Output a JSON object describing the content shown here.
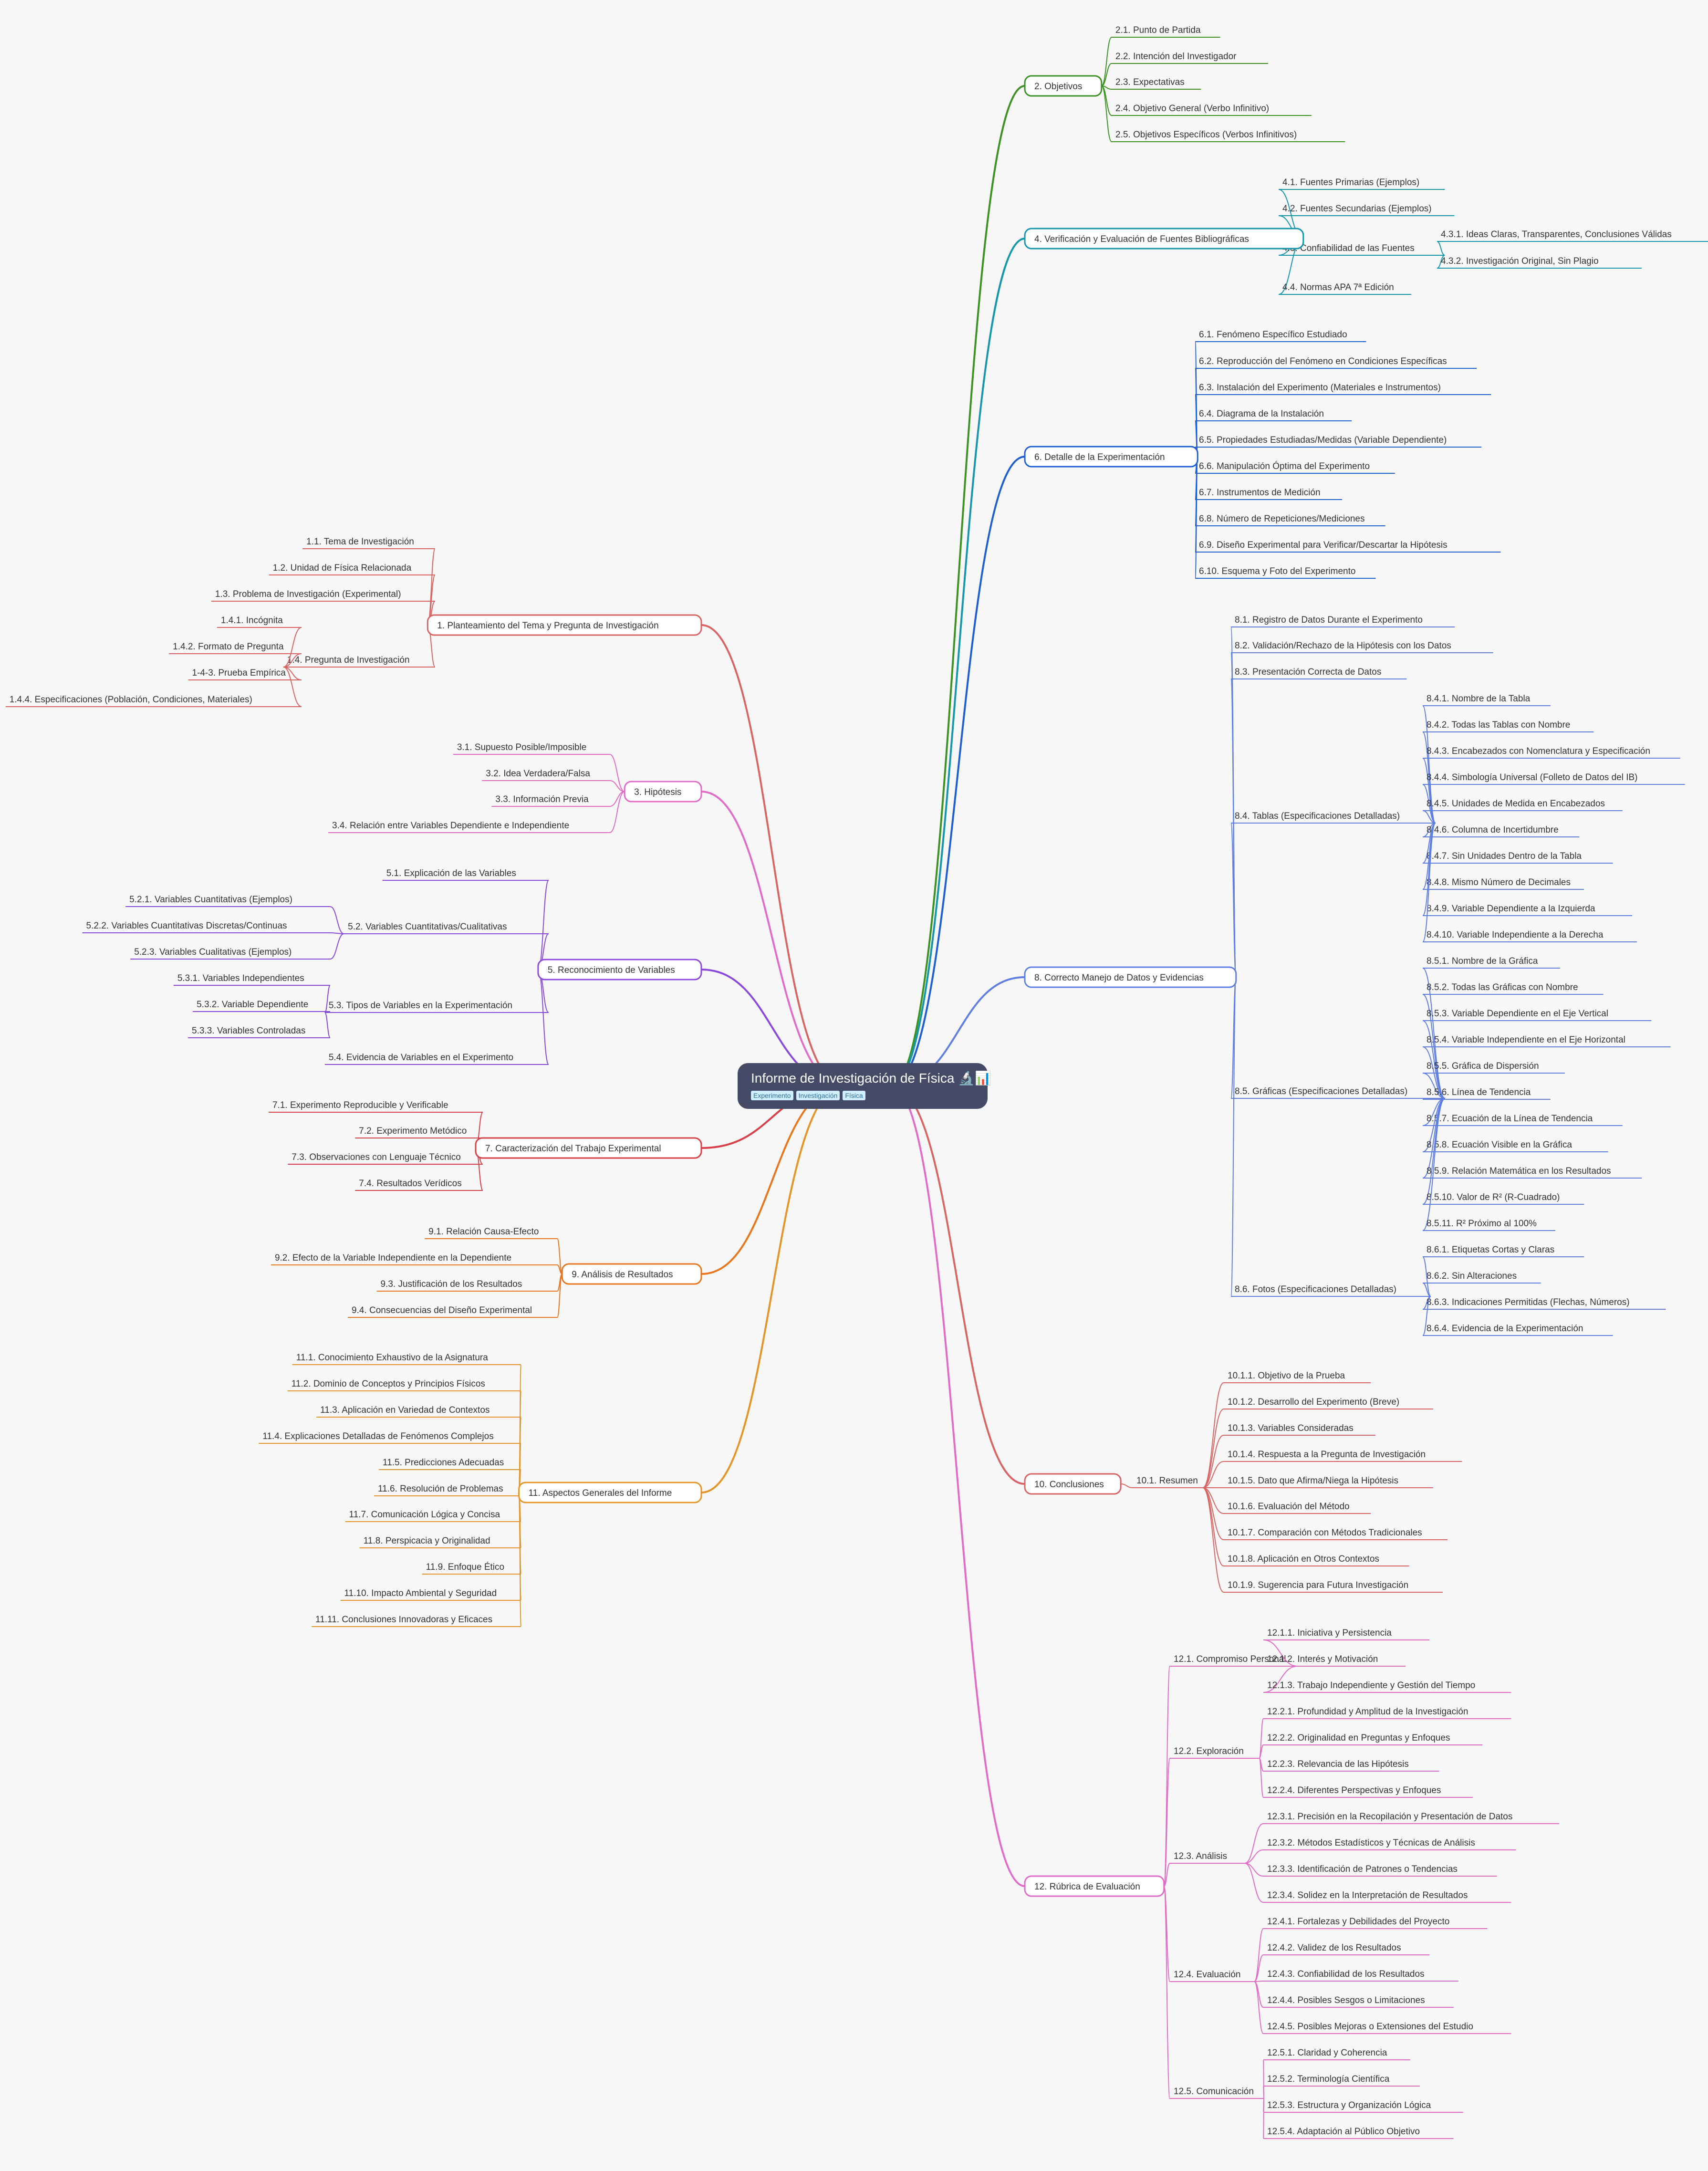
{
  "root": {
    "title": "Informe de Investigación de Física",
    "icons": "🔬📊",
    "tags": [
      "Experimento",
      "Investigación",
      "Física"
    ]
  },
  "branches": [
    {
      "label": "2. Objetivos",
      "color": "#3c9223",
      "children": [
        {
          "label": "2.1. Punto de Partida"
        },
        {
          "label": "2.2. Intención del Investigador"
        },
        {
          "label": "2.3. Expectativas"
        },
        {
          "label": "2.4. Objetivo General (Verbo Infinitivo)"
        },
        {
          "label": "2.5. Objetivos Específicos (Verbos Infinitivos)"
        }
      ]
    },
    {
      "label": "4. Verificación y Evaluación de Fuentes Bibliográficas",
      "color": "#1696ad",
      "children": [
        {
          "label": "4.1. Fuentes Primarias (Ejemplos)"
        },
        {
          "label": "4.2. Fuentes Secundarias (Ejemplos)"
        },
        {
          "label": "4.3. Confiabilidad de las Fuentes",
          "children": [
            {
              "label": "4.3.1. Ideas Claras, Transparentes, Conclusiones Válidas"
            },
            {
              "label": "4.3.2. Investigación Original, Sin Plagio"
            }
          ]
        },
        {
          "label": "4.4. Normas APA 7ª Edición"
        }
      ]
    },
    {
      "label": "6. Detalle de la Experimentación",
      "color": "#1f5fd1",
      "children": [
        {
          "label": "6.1. Fenómeno Específico Estudiado"
        },
        {
          "label": "6.2. Reproducción del Fenómeno en Condiciones Específicas"
        },
        {
          "label": "6.3. Instalación del Experimento (Materiales e Instrumentos)"
        },
        {
          "label": "6.4. Diagrama de la Instalación"
        },
        {
          "label": "6.5. Propiedades Estudiadas/Medidas (Variable Dependiente)"
        },
        {
          "label": "6.6. Manipulación Óptima del Experimento"
        },
        {
          "label": "6.7. Instrumentos de Medición"
        },
        {
          "label": "6.8. Número de Repeticiones/Mediciones"
        },
        {
          "label": "6.9. Diseño Experimental para Verificar/Descartar la Hipótesis"
        },
        {
          "label": "6.10. Esquema y Foto del Experimento"
        }
      ]
    },
    {
      "label": "8. Correcto Manejo de Datos y Evidencias",
      "color": "#5f7ee2",
      "children": [
        {
          "label": "8.1. Registro de Datos Durante el Experimento"
        },
        {
          "label": "8.2. Validación/Rechazo de la Hipótesis con los Datos"
        },
        {
          "label": "8.3. Presentación Correcta de Datos"
        },
        {
          "label": "8.4. Tablas (Especificaciones Detalladas)",
          "children": [
            {
              "label": "8.4.1. Nombre de la Tabla"
            },
            {
              "label": "8.4.2. Todas las Tablas con Nombre"
            },
            {
              "label": "8.4.3. Encabezados con Nomenclatura y Especificación"
            },
            {
              "label": "8.4.4. Simbología Universal (Folleto de Datos del IB)"
            },
            {
              "label": "8.4.5. Unidades de Medida en Encabezados"
            },
            {
              "label": "8.4.6. Columna de Incertidumbre"
            },
            {
              "label": "8.4.7. Sin Unidades Dentro de la Tabla"
            },
            {
              "label": "8.4.8. Mismo Número de Decimales"
            },
            {
              "label": "8.4.9. Variable Dependiente a la Izquierda"
            },
            {
              "label": "8.4.10. Variable Independiente a la Derecha"
            }
          ]
        },
        {
          "label": "8.5. Gráficas (Especificaciones Detalladas)",
          "children": [
            {
              "label": "8.5.1. Nombre de la Gráfica"
            },
            {
              "label": "8.5.2. Todas las Gráficas con Nombre"
            },
            {
              "label": "8.5.3. Variable Dependiente en el Eje Vertical"
            },
            {
              "label": "8.5.4. Variable Independiente en el Eje Horizontal"
            },
            {
              "label": "8.5.5. Gráfica de Dispersión"
            },
            {
              "label": "8.5.6. Línea de Tendencia"
            },
            {
              "label": "8.5.7. Ecuación de la Línea de Tendencia"
            },
            {
              "label": "8.5.8. Ecuación Visible en la Gráfica"
            },
            {
              "label": "8.5.9. Relación Matemática en los Resultados"
            },
            {
              "label": "8.5.10. Valor de R² (R-Cuadrado)"
            },
            {
              "label": "8.5.11. R² Próximo al 100%"
            }
          ]
        },
        {
          "label": "8.6. Fotos (Especificaciones Detalladas)",
          "children": [
            {
              "label": "8.6.1. Etiquetas Cortas y Claras"
            },
            {
              "label": "8.6.2. Sin Alteraciones"
            },
            {
              "label": "8.6.3. Indicaciones Permitidas (Flechas, Números)"
            },
            {
              "label": "8.6.4. Evidencia de la Experimentación"
            }
          ]
        }
      ]
    },
    {
      "label": "10. Conclusiones",
      "color": "#d86464",
      "children": [
        {
          "label": "10.1. Resumen",
          "children": [
            {
              "label": "10.1.1. Objetivo de la Prueba"
            },
            {
              "label": "10.1.2. Desarrollo del Experimento (Breve)"
            },
            {
              "label": "10.1.3. Variables Consideradas"
            },
            {
              "label": "10.1.4. Respuesta a la Pregunta de Investigación"
            },
            {
              "label": "10.1.5. Dato que Afirma/Niega la Hipótesis"
            },
            {
              "label": "10.1.6. Evaluación del Método"
            },
            {
              "label": "10.1.7. Comparación con Métodos Tradicionales"
            },
            {
              "label": "10.1.8. Aplicación en Otros Contextos"
            },
            {
              "label": "10.1.9. Sugerencia para Futura Investigación"
            }
          ]
        }
      ]
    },
    {
      "label": "12. Rúbrica de Evaluación",
      "color": "#e06cc8",
      "children": [
        {
          "label": "12.1. Compromiso Personal",
          "children": [
            {
              "label": "12.1.1. Iniciativa y Persistencia"
            },
            {
              "label": "12.1.2. Interés y Motivación"
            },
            {
              "label": "12.1.3. Trabajo Independiente y Gestión del Tiempo"
            }
          ]
        },
        {
          "label": "12.2. Exploración",
          "children": [
            {
              "label": "12.2.1. Profundidad y Amplitud de la Investigación"
            },
            {
              "label": "12.2.2. Originalidad en Preguntas y Enfoques"
            },
            {
              "label": "12.2.3. Relevancia de las Hipótesis"
            },
            {
              "label": "12.2.4. Diferentes Perspectivas y Enfoques"
            }
          ]
        },
        {
          "label": "12.3. Análisis",
          "children": [
            {
              "label": "12.3.1. Precisión en la Recopilación y Presentación de Datos"
            },
            {
              "label": "12.3.2. Métodos Estadísticos y Técnicas de Análisis"
            },
            {
              "label": "12.3.3. Identificación de Patrones o Tendencias"
            },
            {
              "label": "12.3.4. Solidez en la Interpretación de Resultados"
            }
          ]
        },
        {
          "label": "12.4. Evaluación",
          "children": [
            {
              "label": "12.4.1. Fortalezas y Debilidades del Proyecto"
            },
            {
              "label": "12.4.2. Validez de los Resultados"
            },
            {
              "label": "12.4.3. Confiabilidad de los Resultados"
            },
            {
              "label": "12.4.4. Posibles Sesgos o Limitaciones"
            },
            {
              "label": "12.4.5. Posibles Mejoras o Extensiones del Estudio"
            }
          ]
        },
        {
          "label": "12.5. Comunicación",
          "children": [
            {
              "label": "12.5.1. Claridad y Coherencia"
            },
            {
              "label": "12.5.2. Terminología Científica"
            },
            {
              "label": "12.5.3. Estructura y Organización Lógica"
            },
            {
              "label": "12.5.4. Adaptación al Público Objetivo"
            }
          ]
        }
      ]
    },
    {
      "label": "1. Planteamiento del Tema y Pregunta de Investigación",
      "color": "#d86464",
      "children": [
        {
          "label": "1.1. Tema de Investigación"
        },
        {
          "label": "1.2. Unidad de Física Relacionada"
        },
        {
          "label": "1.3. Problema de Investigación (Experimental)"
        },
        {
          "label": "1.4. Pregunta de Investigación",
          "children": [
            {
              "label": "1.4.1. Incógnita"
            },
            {
              "label": "1.4.2. Formato de Pregunta"
            },
            {
              "label": "1-4-3. Prueba Empírica"
            },
            {
              "label": "1.4.4. Especificaciones (Población, Condiciones, Materiales)"
            }
          ]
        }
      ]
    },
    {
      "label": "3. Hipótesis",
      "color": "#e06cc8",
      "children": [
        {
          "label": "3.1. Supuesto Posible/Imposible"
        },
        {
          "label": "3.2. Idea Verdadera/Falsa"
        },
        {
          "label": "3.3. Información Previa"
        },
        {
          "label": "3.4. Relación entre Variables Dependiente e Independiente"
        }
      ]
    },
    {
      "label": "5. Reconocimiento de Variables",
      "color": "#8a49dc",
      "children": [
        {
          "label": "5.1. Explicación de las Variables"
        },
        {
          "label": "5.2. Variables Cuantitativas/Cualitativas",
          "children": [
            {
              "label": "5.2.1. Variables Cuantitativas (Ejemplos)"
            },
            {
              "label": "5.2.2. Variables Cuantitativas Discretas/Continuas"
            },
            {
              "label": "5.2.3. Variables Cualitativas (Ejemplos)"
            }
          ]
        },
        {
          "label": "5.3. Tipos de Variables en la Experimentación",
          "children": [
            {
              "label": "5.3.1. Variables Independientes"
            },
            {
              "label": "5.3.2. Variable Dependiente"
            },
            {
              "label": "5.3.3. Variables Controladas"
            }
          ]
        },
        {
          "label": "5.4. Evidencia de Variables en el Experimento"
        }
      ]
    },
    {
      "label": "7. Caracterización del Trabajo Experimental",
      "color": "#d8404a",
      "children": [
        {
          "label": "7.1. Experimento Reproducible y Verificable"
        },
        {
          "label": "7.2. Experimento Metódico"
        },
        {
          "label": "7.3. Observaciones con Lenguaje Técnico"
        },
        {
          "label": "7.4. Resultados Verídicos"
        }
      ]
    },
    {
      "label": "9. Análisis de Resultados",
      "color": "#e8761e",
      "children": [
        {
          "label": "9.1. Relación Causa-Efecto"
        },
        {
          "label": "9.2. Efecto de la Variable Independiente en la Dependiente"
        },
        {
          "label": "9.3. Justificación de los Resultados"
        },
        {
          "label": "9.4. Consecuencias del Diseño Experimental"
        }
      ]
    },
    {
      "label": "11. Aspectos Generales del Informe",
      "color": "#e4952a",
      "children": [
        {
          "label": "11.1. Conocimiento Exhaustivo de la Asignatura"
        },
        {
          "label": "11.2. Dominio de Conceptos y Principios Físicos"
        },
        {
          "label": "11.3. Aplicación en Variedad de Contextos"
        },
        {
          "label": "11.4. Explicaciones Detalladas de Fenómenos Complejos"
        },
        {
          "label": "11.5. Predicciones Adecuadas"
        },
        {
          "label": "11.6. Resolución de Problemas"
        },
        {
          "label": "11.7. Comunicación Lógica y Concisa"
        },
        {
          "label": "11.8. Perspicacia y Originalidad"
        },
        {
          "label": "11.9. Enfoque Ético"
        },
        {
          "label": "11.10. Impacto Ambiental y Seguridad"
        },
        {
          "label": "11.11. Conclusiones Innovadoras y Eficaces"
        }
      ]
    }
  ]
}
